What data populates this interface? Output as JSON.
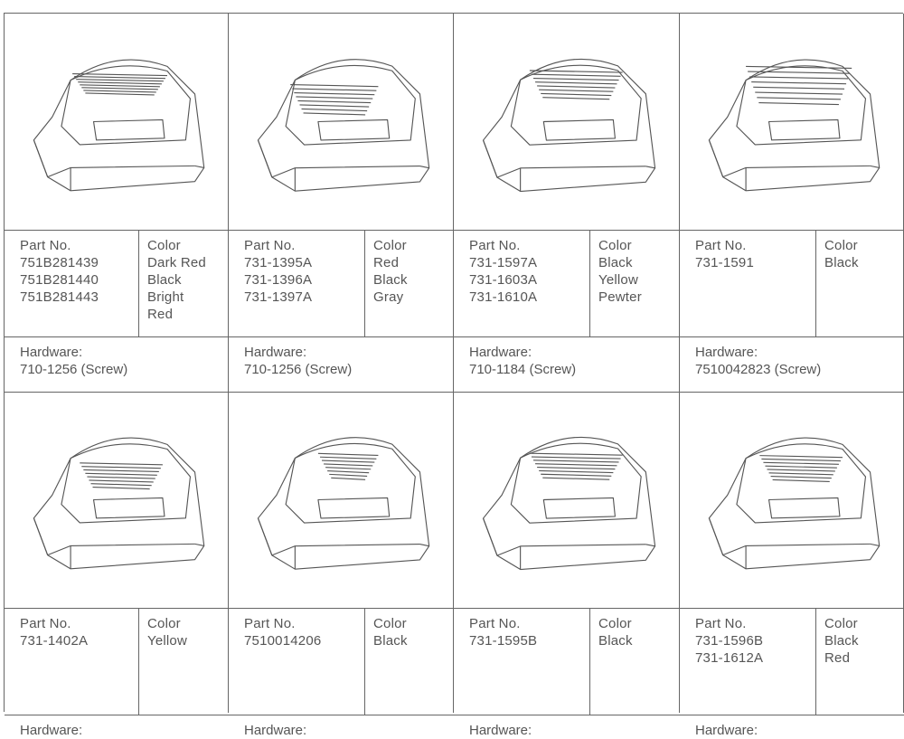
{
  "parts": [
    {
      "illustration": "grass-catcher-cover-a",
      "part_label": "Part No.",
      "color_label": "Color",
      "part_numbers": [
        "751B281439",
        "751B281440",
        "751B281443"
      ],
      "colors": [
        "Dark Red",
        "Black",
        "Bright",
        "Red"
      ],
      "hardware_label": "Hardware:",
      "hardware": "710-1256 (Screw)"
    },
    {
      "illustration": "grass-catcher-cover-b",
      "part_label": "Part No.",
      "color_label": "Color",
      "part_numbers": [
        "731-1395A",
        "731-1396A",
        "731-1397A"
      ],
      "colors": [
        "Red",
        "Black",
        "Gray"
      ],
      "hardware_label": "Hardware:",
      "hardware": "710-1256 (Screw)"
    },
    {
      "illustration": "grass-catcher-cover-c",
      "part_label": "Part No.",
      "color_label": "Color",
      "part_numbers": [
        "731-1597A",
        "731-1603A",
        "731-1610A"
      ],
      "colors": [
        "Black",
        "Yellow",
        "Pewter"
      ],
      "hardware_label": "Hardware:",
      "hardware": "710-1184 (Screw)"
    },
    {
      "illustration": "grass-catcher-cover-d",
      "part_label": "Part No.",
      "color_label": "Color",
      "part_numbers": [
        "731-1591"
      ],
      "colors": [
        "Black"
      ],
      "hardware_label": "Hardware:",
      "hardware": "7510042823 (Screw)"
    },
    {
      "illustration": "grass-catcher-cover-e",
      "part_label": "Part No.",
      "color_label": "Color",
      "part_numbers": [
        "731-1402A"
      ],
      "colors": [
        "Yellow"
      ],
      "hardware_label": "Hardware:",
      "hardware": ""
    },
    {
      "illustration": "grass-catcher-cover-f",
      "part_label": "Part No.",
      "color_label": "Color",
      "part_numbers": [
        "7510014206"
      ],
      "colors": [
        "Black"
      ],
      "hardware_label": "Hardware:",
      "hardware": ""
    },
    {
      "illustration": "grass-catcher-cover-g",
      "part_label": "Part No.",
      "color_label": "Color",
      "part_numbers": [
        "731-1595B"
      ],
      "colors": [
        "Black"
      ],
      "hardware_label": "Hardware:",
      "hardware": ""
    },
    {
      "illustration": "grass-catcher-cover-h",
      "part_label": "Part No.",
      "color_label": "Color",
      "part_numbers": [
        "731-1596B",
        "731-1612A"
      ],
      "colors": [
        "Black",
        "Red"
      ],
      "hardware_label": "Hardware:",
      "hardware": ""
    }
  ]
}
